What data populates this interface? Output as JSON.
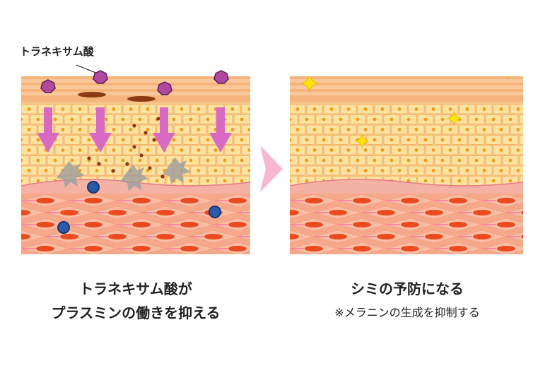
{
  "label_tranexamic": "トラネキサム酸",
  "left_caption": {
    "line1": "トラネキサム酸が",
    "line2": "プラスミンの働きを抑える"
  },
  "right_caption": {
    "line1": "シミの予防になる",
    "note": "※メラニンの生成を抑制する"
  },
  "colors": {
    "skin_top": "#f5b47c",
    "skin_stripe": "#f8c79a",
    "cell_fill": "#fde2a0",
    "cell_nucleus": "#f39a1b",
    "dermis": "#f5a88a",
    "collagen_red": "#e94a20",
    "fiber_pink": "#f37aa7",
    "arrow_purple": "#d96ac4",
    "sparkle": "#ffe600",
    "transition_arrow": "#f7b7cc"
  }
}
